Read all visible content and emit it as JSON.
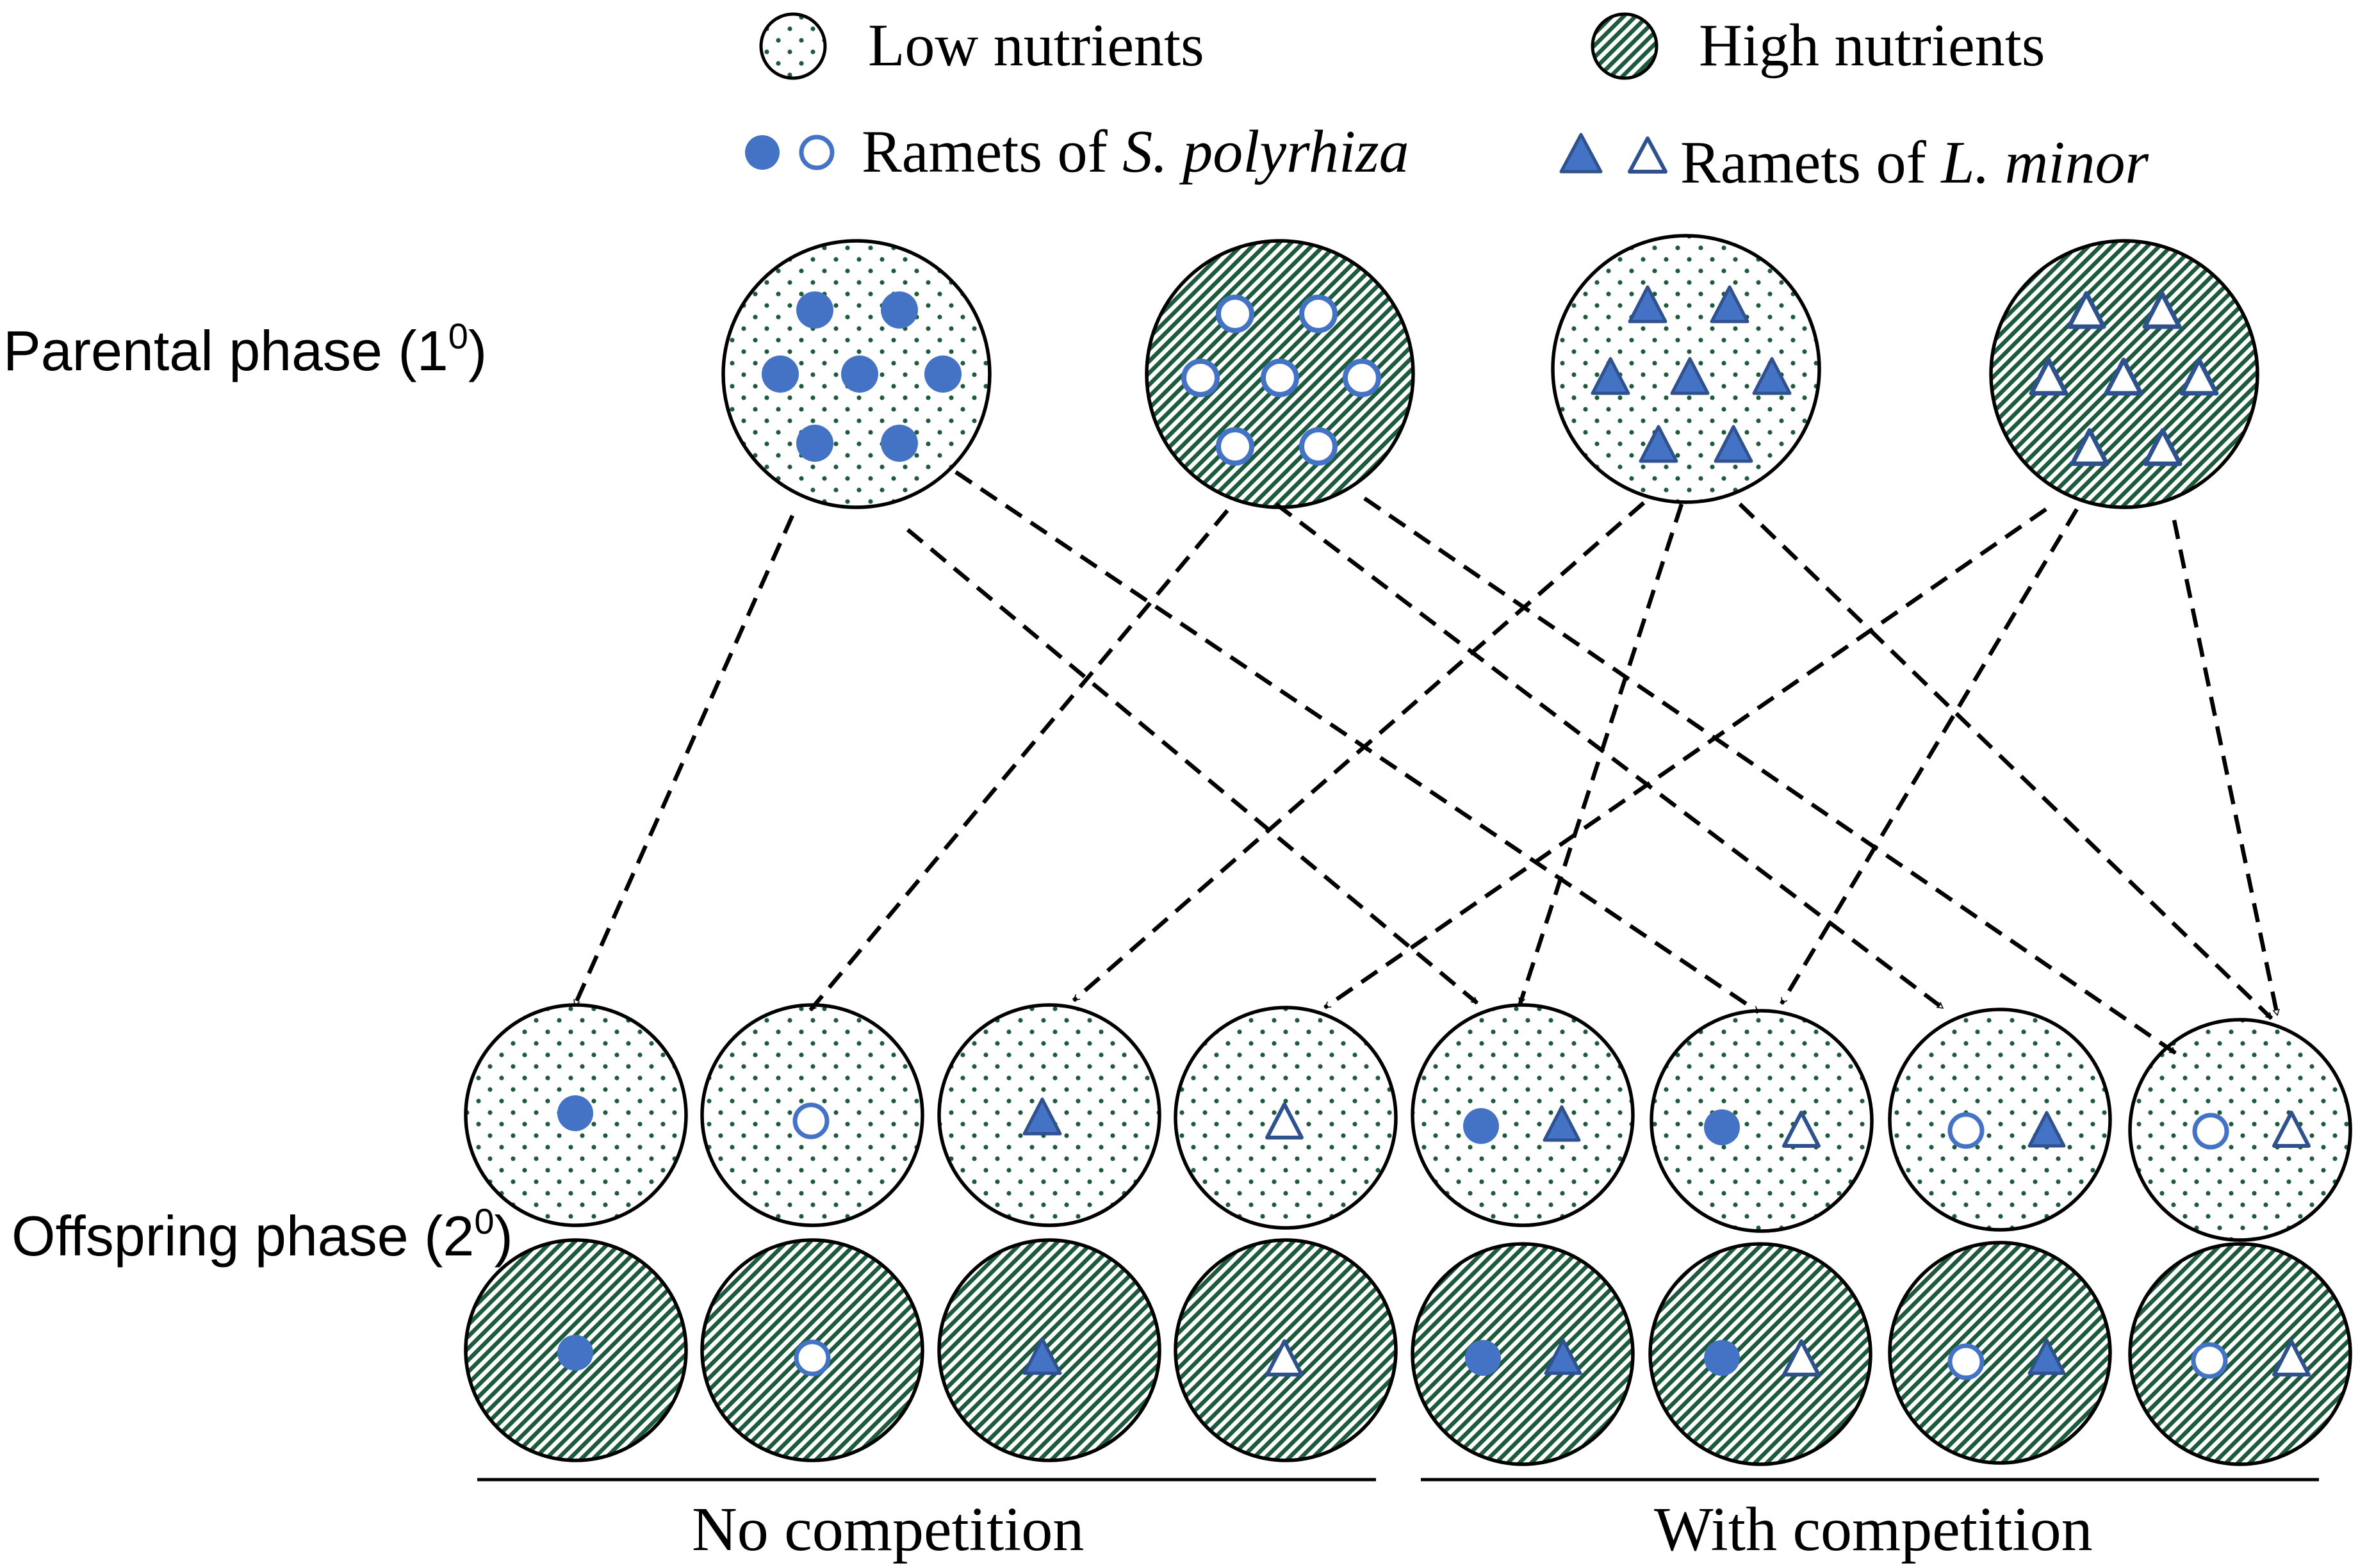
{
  "legend": {
    "low_nutrients": "Low nutrients",
    "high_nutrients": "High nutrients",
    "spirodela_prefix": "Ramets of ",
    "spirodela_species": "S. polyrhiza",
    "lemna_prefix": "Ramets of ",
    "lemna_species": "L. minor"
  },
  "phases": {
    "parental": {
      "label": "Parental phase (1",
      "sup": "0",
      "close": ")"
    },
    "offspring": {
      "label": "Offspring phase (2",
      "sup": "0",
      "close": ")"
    }
  },
  "groups": {
    "no_competition": "No competition",
    "with_competition": "With competition"
  },
  "colors": {
    "ramet_fill": "#4472c4",
    "ramet_edge": "#2f528f",
    "dot_color": "#1e5a3c",
    "hatch_color": "#1e5a3c"
  },
  "parental_dishes": [
    {
      "nutrients": "low",
      "species": "S. polyrhiza",
      "parent_nutrients": "low"
    },
    {
      "nutrients": "high",
      "species": "S. polyrhiza",
      "parent_nutrients": "high"
    },
    {
      "nutrients": "low",
      "species": "L. minor",
      "parent_nutrients": "low"
    },
    {
      "nutrients": "high",
      "species": "L. minor",
      "parent_nutrients": "high"
    }
  ],
  "offspring_dishes": [
    {
      "ramets": [
        "S. polyrhiza (low-origin)"
      ]
    },
    {
      "ramets": [
        "S. polyrhiza (high-origin)"
      ]
    },
    {
      "ramets": [
        "L. minor (low-origin)"
      ]
    },
    {
      "ramets": [
        "L. minor (high-origin)"
      ]
    },
    {
      "ramets": [
        "S. polyrhiza (low-origin)",
        "L. minor (low-origin)"
      ]
    },
    {
      "ramets": [
        "S. polyrhiza (low-origin)",
        "L. minor (high-origin)"
      ]
    },
    {
      "ramets": [
        "S. polyrhiza (high-origin)",
        "L. minor (low-origin)"
      ]
    },
    {
      "ramets": [
        "S. polyrhiza (high-origin)",
        "L. minor (high-origin)"
      ]
    }
  ]
}
